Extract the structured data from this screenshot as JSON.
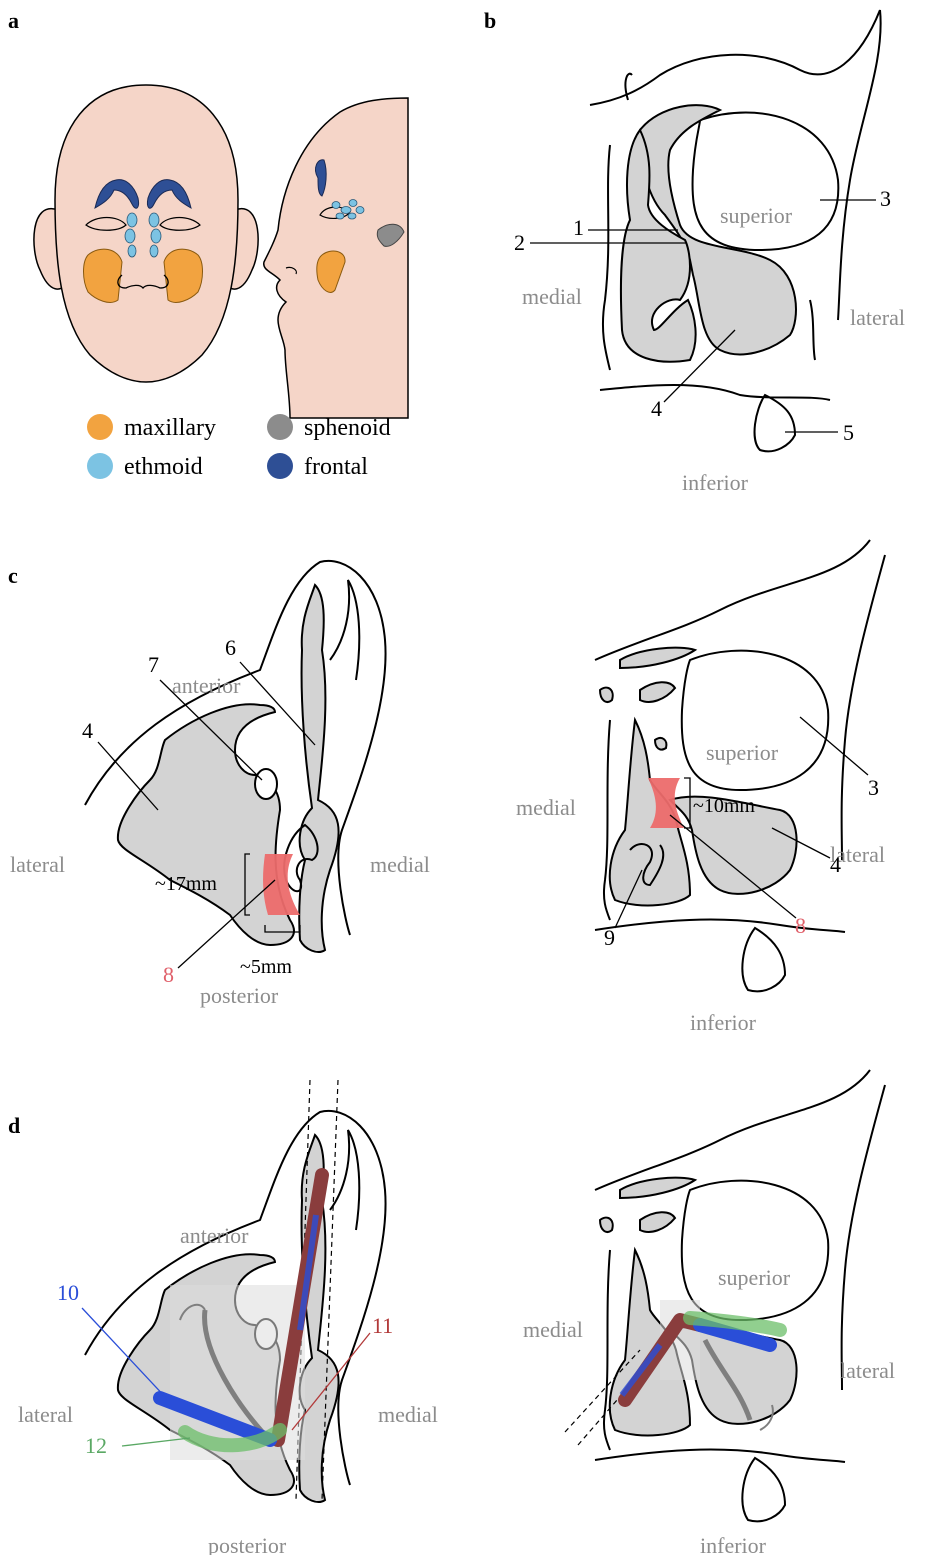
{
  "panels": {
    "a": "a",
    "b": "b",
    "c": "c",
    "d": "d"
  },
  "legend": [
    {
      "label": "maxillary",
      "color": "#f2a340"
    },
    {
      "label": "sphenoid",
      "color": "#8c8c8c"
    },
    {
      "label": "ethmoid",
      "color": "#7cc3e3"
    },
    {
      "label": "frontal",
      "color": "#2e4f95"
    }
  ],
  "colors": {
    "skin": "#f5d5c8",
    "tissue": "#d3d3d3",
    "highlight": "#ec6c6c",
    "instrument_blue": "#2a4ed8",
    "instrument_red": "#a04a4a",
    "instrument_green": "#6cbf6a"
  },
  "b": {
    "superior": "superior",
    "medial": "medial",
    "lateral": "lateral",
    "inferior": "inferior",
    "n1": "1",
    "n2": "2",
    "n3": "3",
    "n4": "4",
    "n5": "5"
  },
  "c_left": {
    "anterior": "anterior",
    "lateral": "lateral",
    "medial": "medial",
    "posterior": "posterior",
    "n4": "4",
    "n6": "6",
    "n7": "7",
    "n8": "8",
    "m17": "~17mm",
    "m5": "~5mm"
  },
  "c_right": {
    "superior": "superior",
    "medial": "medial",
    "lateral": "lateral",
    "inferior": "inferior",
    "n3": "3",
    "n4": "4",
    "n8": "8",
    "n9": "9",
    "m10": "~10mm"
  },
  "d_left": {
    "anterior": "anterior",
    "lateral": "lateral",
    "medial": "medial",
    "posterior": "posterior",
    "n10": "10",
    "n11": "11",
    "n12": "12"
  },
  "d_right": {
    "superior": "superior",
    "medial": "medial",
    "lateral": "lateral",
    "inferior": "inferior"
  }
}
